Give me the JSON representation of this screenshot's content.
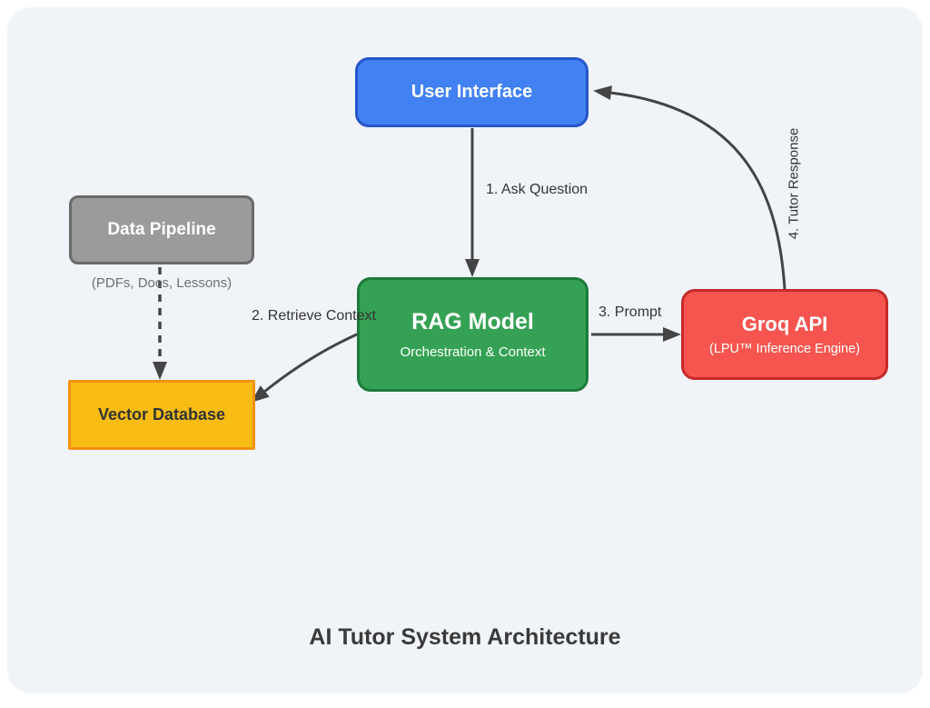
{
  "diagram": {
    "title": "AI Tutor System Architecture",
    "nodes": {
      "user_interface": {
        "title": "User Interface",
        "fill": "#4181F2",
        "border": "#2456C9"
      },
      "data_pipeline": {
        "title": "Data Pipeline",
        "caption": "(PDFs, Docs, Lessons)",
        "fill": "#9B9B9B",
        "border": "#6A6A6A"
      },
      "vector_database": {
        "title": "Vector Database",
        "fill": "#F8BC13",
        "border": "#F2910F"
      },
      "rag_model": {
        "title": "RAG Model",
        "subtitle": "Orchestration & Context",
        "fill": "#35A154",
        "border": "#1E7A3C"
      },
      "groq_api": {
        "title": "Groq API",
        "subtitle": "(LPU™ Inference Engine)",
        "fill": "#F6554F",
        "border": "#C52A2A"
      }
    },
    "edges": {
      "ask_question": {
        "label": "1. Ask Question",
        "from": "user_interface",
        "to": "rag_model",
        "style": "solid"
      },
      "retrieve_context": {
        "label": "2. Retrieve Context",
        "from": "rag_model",
        "to": "vector_database",
        "style": "solid-curved"
      },
      "prompt": {
        "label": "3. Prompt",
        "from": "rag_model",
        "to": "groq_api",
        "style": "solid"
      },
      "tutor_response": {
        "label": "4. Tutor Response",
        "from": "groq_api",
        "to": "user_interface",
        "style": "solid-curved"
      },
      "pipeline_to_vector_db": {
        "label": "",
        "from": "data_pipeline",
        "to": "vector_database",
        "style": "dashed"
      }
    },
    "colors": {
      "background": "#F0F4F8",
      "page": "#FFFFFF",
      "arrow": "#444444",
      "label_text": "#333333"
    }
  }
}
